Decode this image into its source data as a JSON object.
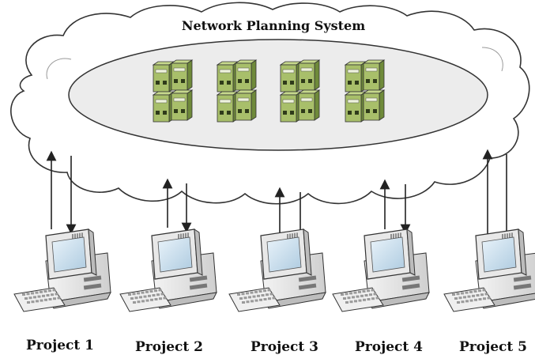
{
  "diagram": {
    "title": "Network Planning System",
    "projects": [
      {
        "label": "Project 1"
      },
      {
        "label": "Project 2"
      },
      {
        "label": "Project 3"
      },
      {
        "label": "Project 4"
      },
      {
        "label": "Project 5"
      }
    ],
    "server_count": 4,
    "icons": {
      "server": "server-rack-icon",
      "computer": "desktop-computer-icon",
      "arrow": "bidirectional-arrow-icon"
    },
    "colors": {
      "server_fill": "#a8bf6a",
      "server_dark": "#6f8a3a",
      "cloud_fill": "#ffffff",
      "ellipse_fill": "#ececec",
      "outline": "#333333"
    }
  }
}
